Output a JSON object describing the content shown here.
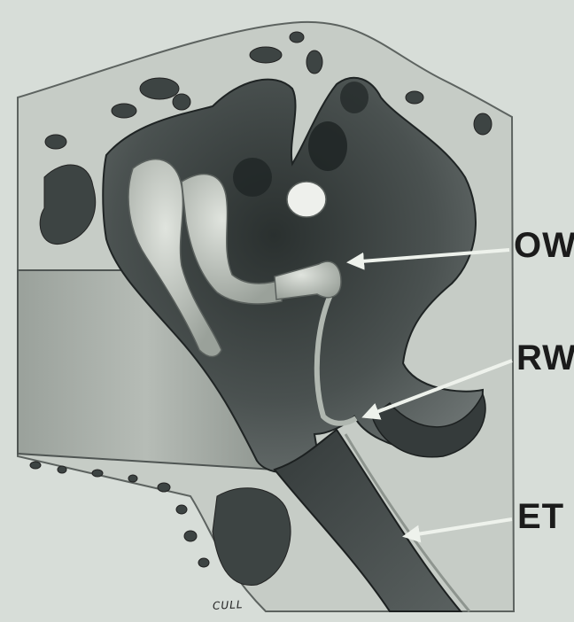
{
  "figure": {
    "labels": {
      "oval_window": "OW",
      "round_window": "RW",
      "eustachian_tube": "ET"
    },
    "signature": "CULL",
    "colors": {
      "background": "#d7ddd8",
      "bone": "#c4cbc4",
      "cavity_dark": "#3c4242",
      "cavity_mid": "#666c6b",
      "ossicle": "#b9bfb8",
      "arrow": "#eef2ec",
      "label_text": "#1b1b1b"
    }
  }
}
